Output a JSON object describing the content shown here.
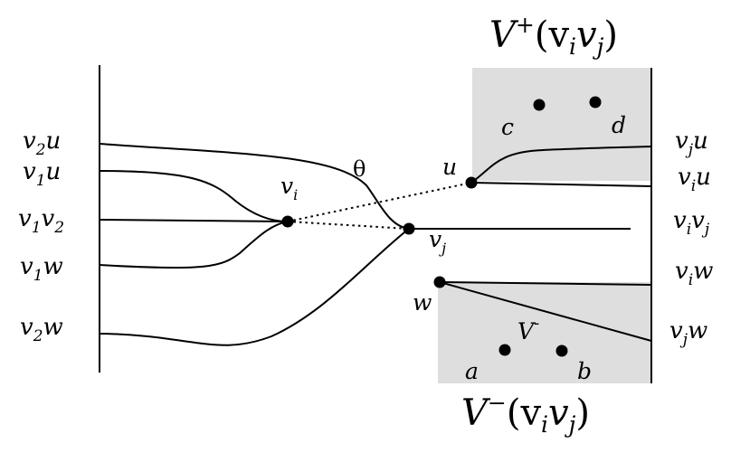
{
  "regions": {
    "upper": {
      "title_main": "V",
      "title_sup": "+",
      "title_args": "(v",
      "title_sub1": "i",
      "title_mid": "v",
      "title_sub2": "j",
      "title_close": ")"
    },
    "lower": {
      "title_main": "V",
      "title_sup": "−",
      "title_args": "(v",
      "title_sub1": "i",
      "title_mid": "v",
      "title_sub2": "j",
      "title_close": ")"
    },
    "inner_label_main": "V",
    "inner_label_sup": "-",
    "fill_color": "#dedede"
  },
  "left_labels": [
    {
      "main": "v",
      "sub": "2",
      "tail": "u"
    },
    {
      "main": "v",
      "sub": "1",
      "tail": "u"
    },
    {
      "main": "v",
      "sub": "1",
      "tail": "v",
      "tail_sub": "2"
    },
    {
      "main": "v",
      "sub": "1",
      "tail": "w"
    },
    {
      "main": "v",
      "sub": "2",
      "tail": "w"
    }
  ],
  "right_labels": [
    {
      "main": "v",
      "sub": "j",
      "tail": "u"
    },
    {
      "main": "v",
      "sub": "i",
      "tail": "u"
    },
    {
      "main": "v",
      "sub": "i",
      "tail": "v",
      "tail_sub": "j"
    },
    {
      "main": "v",
      "sub": "i",
      "tail": "w"
    },
    {
      "main": "v",
      "sub": "j",
      "tail": "w"
    }
  ],
  "vertices": {
    "vi": {
      "main": "v",
      "sub": "i"
    },
    "vj": {
      "main": "v",
      "sub": "j"
    },
    "u": "u",
    "w": "w"
  },
  "points": [
    "c",
    "d",
    "a",
    "b"
  ],
  "angle_label": "θ"
}
